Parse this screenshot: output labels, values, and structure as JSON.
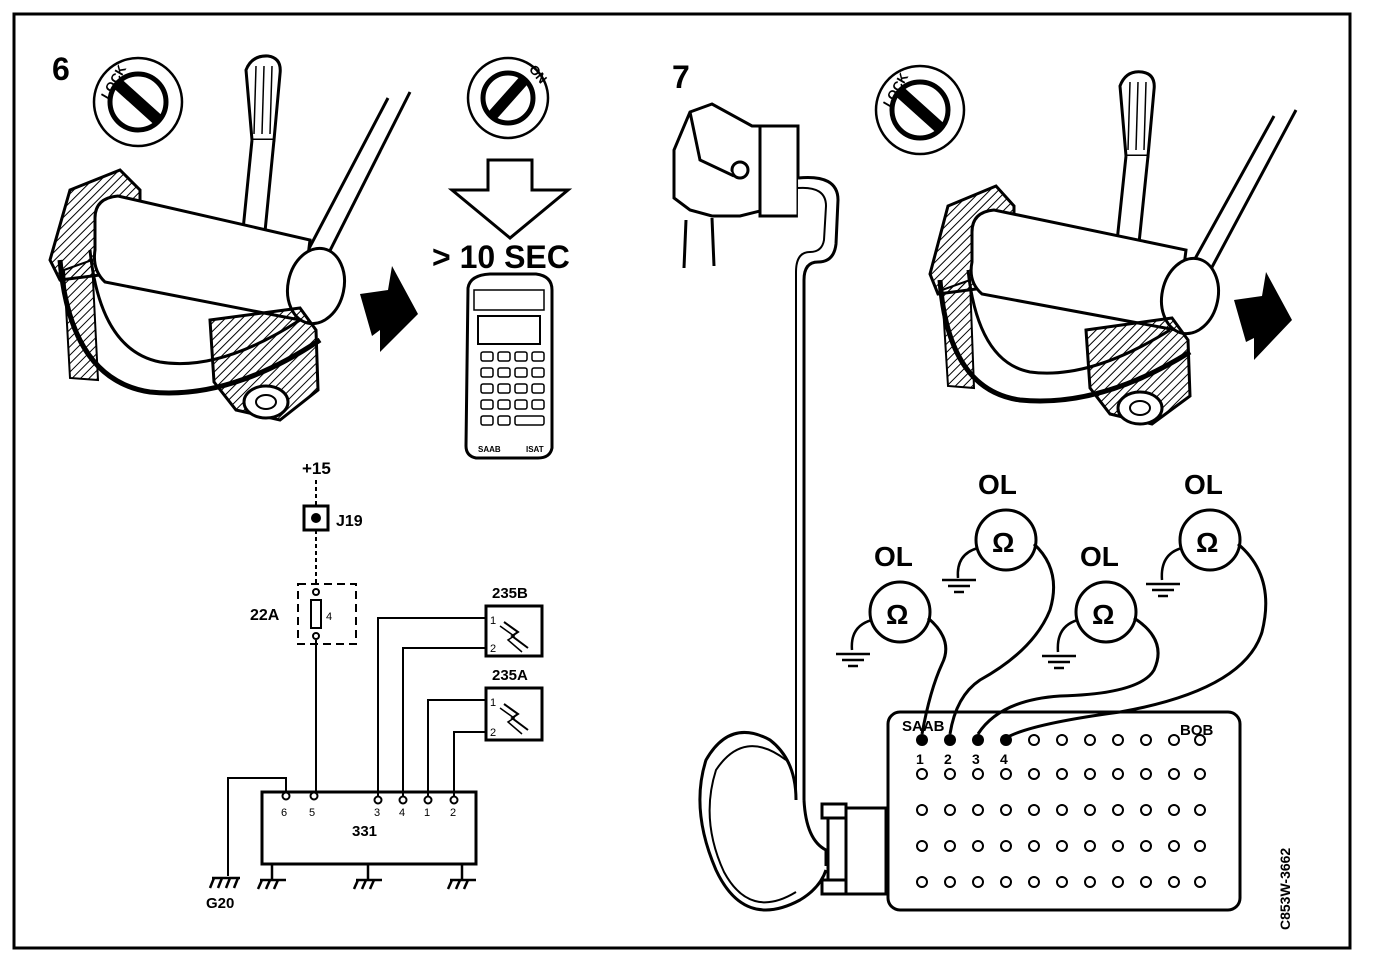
{
  "panel6": {
    "step": "6",
    "lock_label": "LOCK",
    "on_label": "ON",
    "time_label": "> 10 SEC",
    "tester_brand": "SAAB",
    "tester_model": "ISAT"
  },
  "schematic": {
    "supply": "+15",
    "junction": "J19",
    "fuse": "22A",
    "fuse_pin": "4",
    "relay_b": "235B",
    "relay_a": "235A",
    "relay_pin1": "1",
    "relay_pin2": "2",
    "module": "331",
    "module_pins": [
      "6",
      "5",
      "3",
      "4",
      "1",
      "2"
    ],
    "ground": "G20"
  },
  "panel7": {
    "step": "7",
    "lock_label": "LOCK",
    "meters": [
      {
        "reading": "OL",
        "unit": "Ω"
      },
      {
        "reading": "OL",
        "unit": "Ω"
      },
      {
        "reading": "OL",
        "unit": "Ω"
      },
      {
        "reading": "OL",
        "unit": "Ω"
      }
    ],
    "box_brand": "SAAB",
    "box_name": "BOB",
    "box_pins": [
      "1",
      "2",
      "3",
      "4"
    ]
  },
  "figure_code": "C853W-3662"
}
